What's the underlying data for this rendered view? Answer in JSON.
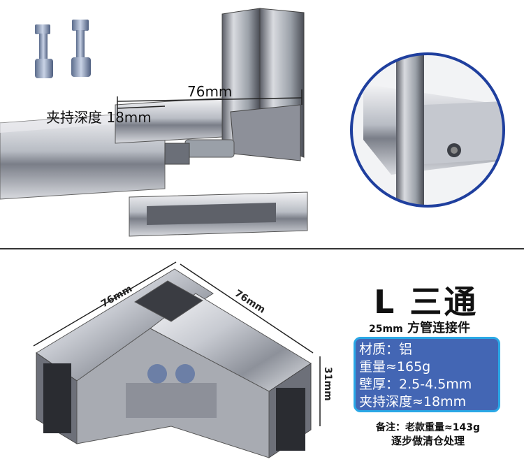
{
  "top": {
    "dim_length": "76mm",
    "dim_clamp": "夹持深度 18mm"
  },
  "bottom": {
    "dim_left": "76mm",
    "dim_right": "76mm",
    "dim_height": "31mm"
  },
  "product": {
    "title": "L 三通",
    "subtitle_size": "25mm",
    "subtitle_text": "方管连接件"
  },
  "specs": [
    "材质：铝",
    "重量≈165g",
    "壁厚：2.5-4.5mm",
    "夹持深度≈18mm"
  ],
  "note": {
    "line1": "备注：老款重量≈143g",
    "line2": "逐步做清仓处理"
  },
  "colors": {
    "spec_box": "#4366b4",
    "spec_border": "#2aa8e6",
    "circle_border": "#1f3f9e"
  }
}
